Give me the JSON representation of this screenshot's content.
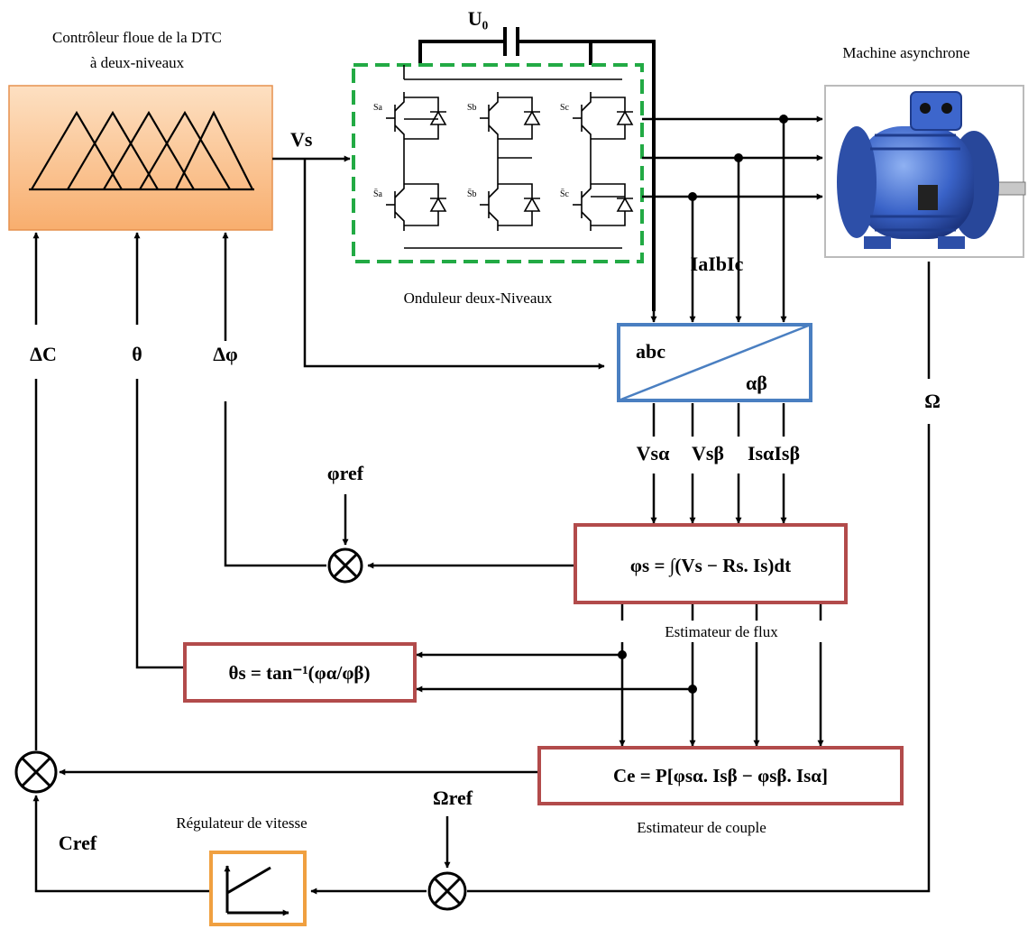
{
  "controller": {
    "title_line1": "Contrôleur floue de la DTC",
    "title_line2": "à deux-niveaux"
  },
  "inverter": {
    "dc_label": "U₀",
    "label": "Onduleur deux-Niveaux",
    "switches": [
      "Sa",
      "Sb",
      "Sc",
      "S̄a",
      "S̄b",
      "S̄c"
    ]
  },
  "machine": {
    "label": "Machine asynchrone"
  },
  "signals": {
    "vs": "Vs",
    "currents": "IaIbIc",
    "vs_alpha": "Vsα",
    "vs_beta": "Vsβ",
    "is_alpha_beta": "IsαIsβ",
    "delta_c": "ΔC",
    "theta": "θ",
    "delta_phi": "Δφ",
    "phi_ref": "φref",
    "omega": "Ω",
    "omega_ref": "Ωref",
    "c_ref": "Cref"
  },
  "transform": {
    "from": "abc",
    "to": "αβ"
  },
  "flux_estimator": {
    "equation": "φs = ∫(Vs − Rs. Is)dt",
    "label": "Estimateur de flux"
  },
  "angle_block": {
    "equation": "θs = tan⁻¹(φα/φβ)"
  },
  "torque_estimator": {
    "equation": "Ce = P[φsα. Isβ − φsβ. Isα]",
    "label": "Estimateur de couple"
  },
  "speed_regulator": {
    "label": "Régulateur de vitesse"
  },
  "colors": {
    "controller_fill": "#fbbf8c",
    "inverter_border": "#22aa44",
    "transform_border": "#4a7fc1",
    "estimator_border": "#b24b4b",
    "regulator_border": "#f0a040",
    "motor": "#3a63c8"
  }
}
